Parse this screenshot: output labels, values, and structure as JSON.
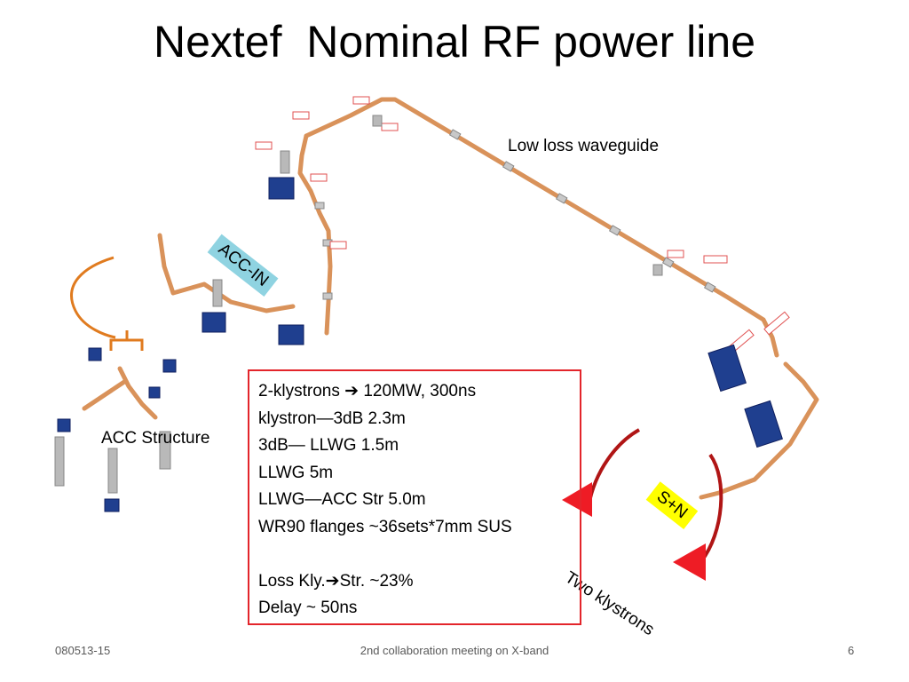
{
  "title": "Nextef  Nominal RF power line",
  "labels": {
    "low_loss_waveguide": "Low loss waveguide",
    "acc_structure": "ACC Structure",
    "acc_in": "ACC-IN",
    "s_n": "S+N",
    "two_klystrons": "Two klystrons"
  },
  "info_box": {
    "lines": [
      "2-klystrons ➔ 120MW, 300ns",
      "klystron—3dB  2.3m",
      "3dB— LLWG   1.5m",
      "LLWG  5m",
      "LLWG—ACC Str  5.0m",
      "WR90 flanges ~36sets*7mm SUS",
      "",
      "Loss  Kly.➔Str.   ~23%",
      "Delay  ~ 50ns"
    ]
  },
  "footer": {
    "left": "080513-15",
    "center": "2nd collaboration meeting on X-band",
    "right": "6"
  },
  "colors": {
    "waveguide": "#d9925a",
    "box_border": "#e3252b",
    "acc_in_bg": "#8fd3e1",
    "sn_bg": "#ffff00",
    "klystron_arc": "#b01515",
    "arrow_fill": "#ee1c25",
    "bracket": "#e07b1f",
    "component_blue": "#1f3f8f"
  }
}
